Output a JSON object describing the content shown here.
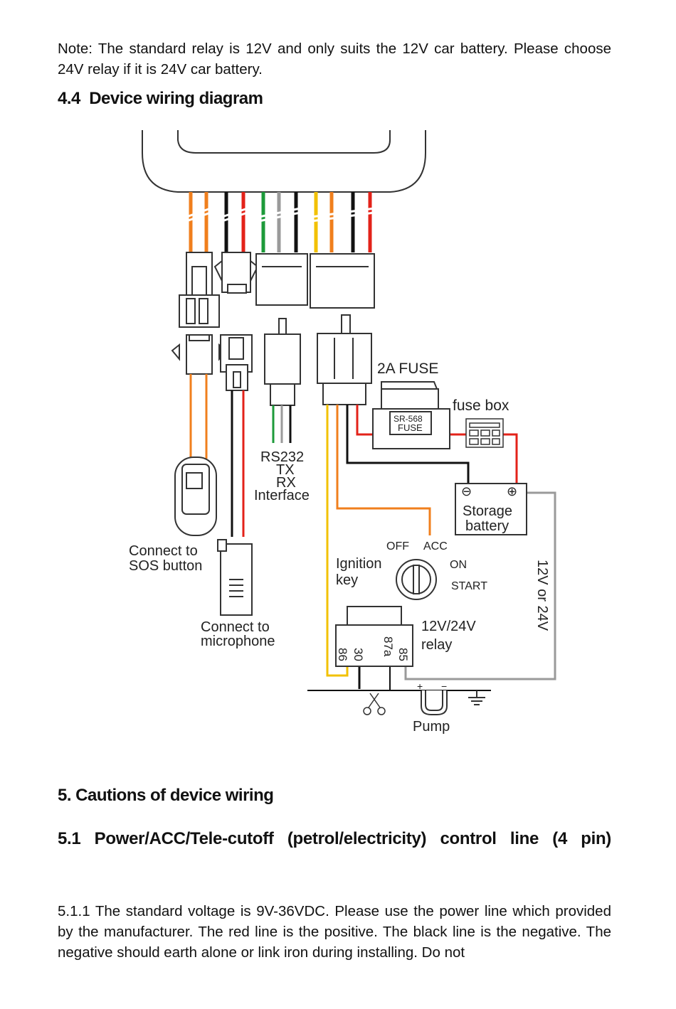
{
  "note": "Note: The standard relay is 12V and only suits the 12V car battery. Please choose 24V relay if it is 24V car battery.",
  "section_4_4": {
    "number": "4.4",
    "title": "Device wiring diagram"
  },
  "diagram": {
    "labels": {
      "sos_line1": "Connect to",
      "sos_line2": "SOS button",
      "mic_line1": "Connect to",
      "mic_line2": "microphone",
      "rs232_line1": "RS232",
      "rs232_line2": "TX",
      "rs232_line3": "RX",
      "rs232_line4": "Interface",
      "fuse": "2A FUSE",
      "fuse_part": "SR-568",
      "fuse_word": "FUSE",
      "fuse_box": "fuse box",
      "battery_minus": "⊖",
      "battery_plus": "⊕",
      "battery_line1": "Storage",
      "battery_line2": "battery",
      "ignition_line1": "Ignition",
      "ignition_line2": "key",
      "key_off": "OFF",
      "key_acc": "ACC",
      "key_on": "ON",
      "key_start": "START",
      "relay_line1": "12V/24V",
      "relay_line2": "relay",
      "pin_86": "86",
      "pin_30": "30",
      "pin_87a": "87a",
      "pin_85": "85",
      "voltage": "12V or 24V",
      "pump": "Pump",
      "pump_plus": "+",
      "pump_minus": "−"
    },
    "wire_colors": {
      "orange": "#f07f1d",
      "black": "#111111",
      "red": "#e32219",
      "green": "#1d9a3a",
      "gray": "#9a9a9a",
      "yellow": "#f2c100",
      "outline": "#333333"
    }
  },
  "section_5": {
    "title": "5. Cautions of device wiring"
  },
  "section_5_1": {
    "title": "5.1 Power/ACC/Tele-cutoff (petrol/electricity) control line (4 pin)"
  },
  "para_5_1_1": "5.1.1 The standard voltage is 9V-36VDC. Please use the power line which provided by the manufacturer. The red line is the positive. The black line is the negative. The negative should earth alone or link iron during installing. Do not"
}
